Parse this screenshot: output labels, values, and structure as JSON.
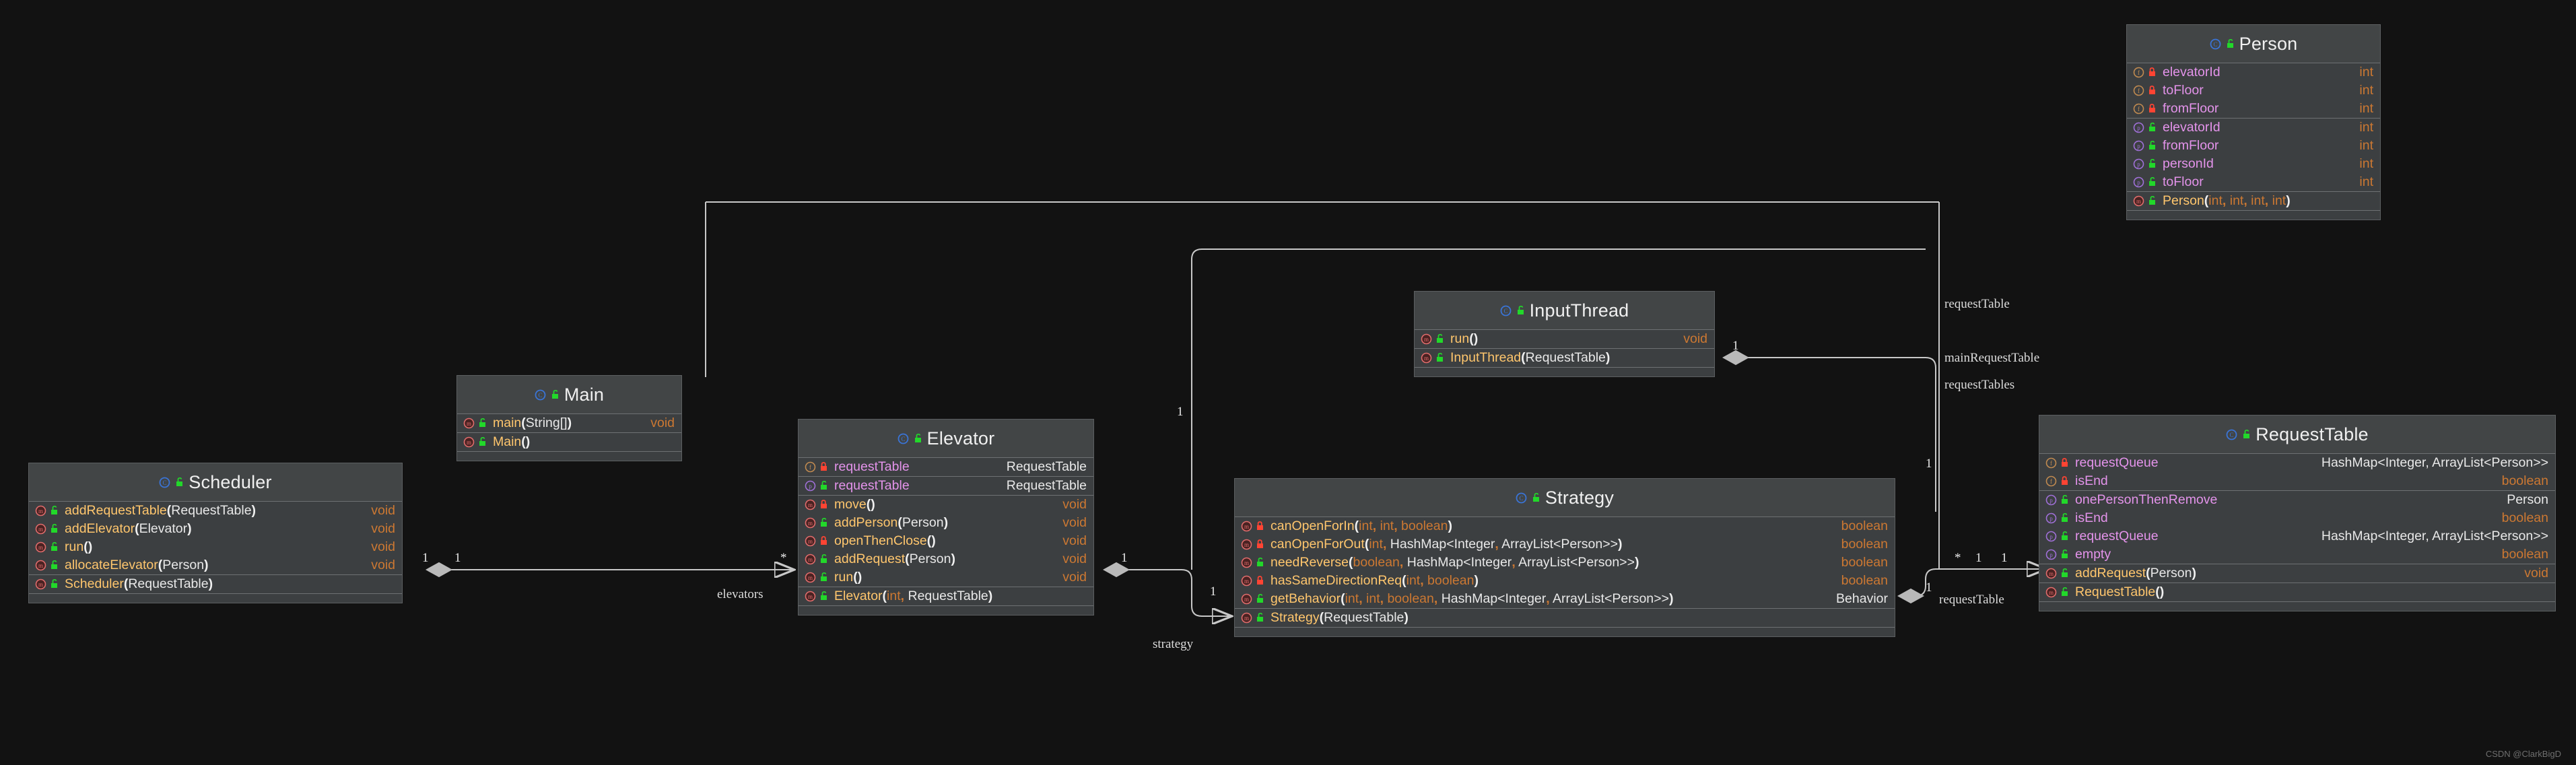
{
  "diagram": {
    "title": "UML Class Diagram",
    "background": "#121212",
    "watermark": "CSDN @ClarkBigD",
    "colors": {
      "box_bg": "#3c3f41",
      "header_bg": "#424546",
      "border": "#5c5f61",
      "method_name": "#ffc66d",
      "field_name": "#e393ea",
      "type_text": "#e8e8e8",
      "primitive": "#cc7832",
      "edge": "#c8c8c8",
      "class_icon": "#3a74d6",
      "lock_public": "#22d82a",
      "lock_private": "#ff4433"
    }
  },
  "classes": {
    "scheduler": {
      "name": "Scheduler",
      "icon": "class-icon",
      "visibility_icon": "unlock-icon",
      "sections": [
        {
          "rows": [
            {
              "kind": "m",
              "vis": "public",
              "name": "addRequestTable",
              "params": "(RequestTable)",
              "ret": "void"
            },
            {
              "kind": "m",
              "vis": "public",
              "name": "addElevator",
              "params": "(Elevator)",
              "ret": "void"
            },
            {
              "kind": "m",
              "vis": "public",
              "name": "run",
              "params": "()",
              "ret": "void"
            },
            {
              "kind": "m",
              "vis": "public",
              "name": "allocateElevator",
              "params": "(Person)",
              "ret": "void"
            }
          ]
        },
        {
          "rows": [
            {
              "kind": "m",
              "vis": "public",
              "name": "Scheduler",
              "params": "(RequestTable)",
              "ret": ""
            }
          ]
        }
      ]
    },
    "main": {
      "name": "Main",
      "icon": "class-icon",
      "visibility_icon": "unlock-icon",
      "sections": [
        {
          "rows": [
            {
              "kind": "m",
              "vis": "public",
              "name": "main",
              "params": "(String[])",
              "ret": "void"
            }
          ]
        },
        {
          "rows": [
            {
              "kind": "m",
              "vis": "public",
              "name": "Main",
              "params": "()",
              "ret": ""
            }
          ]
        }
      ]
    },
    "elevator": {
      "name": "Elevator",
      "icon": "class-icon",
      "visibility_icon": "unlock-icon",
      "sections": [
        {
          "rows": [
            {
              "kind": "f",
              "vis": "private",
              "name": "requestTable",
              "params": "",
              "ret": "RequestTable"
            }
          ]
        },
        {
          "rows": [
            {
              "kind": "p",
              "vis": "public",
              "name": "requestTable",
              "params": "",
              "ret": "RequestTable"
            }
          ]
        },
        {
          "rows": [
            {
              "kind": "m",
              "vis": "private",
              "name": "move",
              "params": "()",
              "ret": "void"
            },
            {
              "kind": "m",
              "vis": "public",
              "name": "addPerson",
              "params": "(Person)",
              "ret": "void"
            },
            {
              "kind": "m",
              "vis": "private",
              "name": "openThenClose",
              "params": "()",
              "ret": "void"
            },
            {
              "kind": "m",
              "vis": "public",
              "name": "addRequest",
              "params": "(Person)",
              "ret": "void"
            },
            {
              "kind": "m",
              "vis": "public",
              "name": "run",
              "params": "()",
              "ret": "void"
            }
          ]
        },
        {
          "rows": [
            {
              "kind": "m",
              "vis": "public",
              "name": "Elevator",
              "params": "(int, RequestTable)",
              "ret": ""
            }
          ]
        }
      ]
    },
    "input_thread": {
      "name": "InputThread",
      "icon": "class-icon",
      "visibility_icon": "unlock-icon",
      "sections": [
        {
          "rows": [
            {
              "kind": "m",
              "vis": "public",
              "name": "run",
              "params": "()",
              "ret": "void"
            }
          ]
        },
        {
          "rows": [
            {
              "kind": "m",
              "vis": "public",
              "name": "InputThread",
              "params": "(RequestTable)",
              "ret": ""
            }
          ]
        }
      ]
    },
    "strategy": {
      "name": "Strategy",
      "icon": "class-icon",
      "visibility_icon": "unlock-icon",
      "sections": [
        {
          "rows": [
            {
              "kind": "m",
              "vis": "private",
              "name": "canOpenForIn",
              "params": "(int, int, boolean)",
              "ret": "boolean"
            },
            {
              "kind": "m",
              "vis": "private",
              "name": "canOpenForOut",
              "params": "(int, HashMap<Integer, ArrayList<Person>>)",
              "ret": "boolean"
            },
            {
              "kind": "m",
              "vis": "public",
              "name": "needReverse",
              "params": "(boolean, HashMap<Integer, ArrayList<Person>>)",
              "ret": "boolean"
            },
            {
              "kind": "m",
              "vis": "private",
              "name": "hasSameDirectionReq",
              "params": "(int, boolean)",
              "ret": "boolean"
            },
            {
              "kind": "m",
              "vis": "public",
              "name": "getBehavior",
              "params": "(int, int, boolean, HashMap<Integer, ArrayList<Person>>)",
              "ret": "Behavior"
            }
          ]
        },
        {
          "rows": [
            {
              "kind": "m",
              "vis": "public",
              "name": "Strategy",
              "params": "(RequestTable)",
              "ret": ""
            }
          ]
        }
      ]
    },
    "person": {
      "name": "Person",
      "icon": "class-icon",
      "visibility_icon": "unlock-icon",
      "sections": [
        {
          "rows": [
            {
              "kind": "f",
              "vis": "private",
              "name": "elevatorId",
              "params": "",
              "ret": "int"
            },
            {
              "kind": "f",
              "vis": "private",
              "name": "toFloor",
              "params": "",
              "ret": "int"
            },
            {
              "kind": "f",
              "vis": "private",
              "name": "fromFloor",
              "params": "",
              "ret": "int"
            }
          ]
        },
        {
          "rows": [
            {
              "kind": "p",
              "vis": "public",
              "name": "elevatorId",
              "params": "",
              "ret": "int"
            },
            {
              "kind": "p",
              "vis": "public",
              "name": "fromFloor",
              "params": "",
              "ret": "int"
            },
            {
              "kind": "p",
              "vis": "public",
              "name": "personId",
              "params": "",
              "ret": "int"
            },
            {
              "kind": "p",
              "vis": "public",
              "name": "toFloor",
              "params": "",
              "ret": "int"
            }
          ]
        },
        {
          "rows": [
            {
              "kind": "m",
              "vis": "public",
              "name": "Person",
              "params": "(int, int, int, int)",
              "ret": ""
            }
          ]
        }
      ]
    },
    "request_table": {
      "name": "RequestTable",
      "icon": "class-icon",
      "visibility_icon": "unlock-icon",
      "sections": [
        {
          "rows": [
            {
              "kind": "f",
              "vis": "private",
              "name": "requestQueue",
              "params": "",
              "ret": "HashMap<Integer, ArrayList<Person>>"
            },
            {
              "kind": "f",
              "vis": "private",
              "name": "isEnd",
              "params": "",
              "ret": "boolean"
            }
          ]
        },
        {
          "rows": [
            {
              "kind": "p",
              "vis": "public",
              "name": "onePersonThenRemove",
              "params": "",
              "ret": "Person"
            },
            {
              "kind": "p",
              "vis": "public",
              "name": "isEnd",
              "params": "",
              "ret": "boolean"
            },
            {
              "kind": "p",
              "vis": "public",
              "name": "requestQueue",
              "params": "",
              "ret": "HashMap<Integer, ArrayList<Person>>"
            },
            {
              "kind": "p",
              "vis": "public",
              "name": "empty",
              "params": "",
              "ret": "boolean"
            }
          ]
        },
        {
          "rows": [
            {
              "kind": "m",
              "vis": "public",
              "name": "addRequest",
              "params": "(Person)",
              "ret": "void"
            }
          ]
        },
        {
          "rows": [
            {
              "kind": "m",
              "vis": "public",
              "name": "RequestTable",
              "params": "()",
              "ret": ""
            }
          ]
        }
      ]
    }
  },
  "edge_labels": {
    "elevators": "elevators",
    "strategy": "strategy",
    "request_table_right": "requestTable",
    "request_table_top": "requestTable",
    "main_request_table": "mainRequestTable",
    "request_tables": "requestTables"
  },
  "multiplicities": {
    "sched_a": "1",
    "sched_b": "1",
    "elevator_star": "*",
    "elevator_one": "1",
    "strategy_one": "1",
    "strategy_vert": "1",
    "input_one": "1",
    "rt_star": "*",
    "rt_one_a": "1",
    "rt_one_b": "1",
    "rt_left_one": "1",
    "person_vert": "1"
  }
}
